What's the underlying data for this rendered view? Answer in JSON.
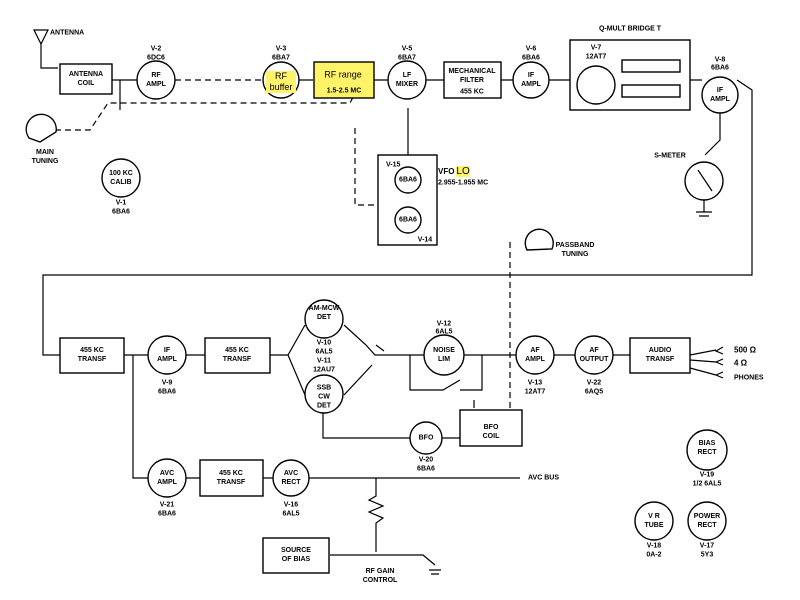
{
  "labels": {
    "antenna": "ANTENNA",
    "antenna_coil": "ANTENNA COIL",
    "main_tuning": "MAIN TUNING",
    "calib": "100 KC CALIB",
    "v1_id": "V-1",
    "v1_tube": "6BA6",
    "v2_id": "V-2",
    "v2_tube": "6DC6",
    "rf_ampl": "RF AMPL",
    "v3_id": "V-3",
    "v3_tube": "6BA7",
    "rf_buffer": "RF buffer",
    "rf_range": "RF range",
    "rf_range_freq": "1.5-2.5 MC",
    "v5_id": "V-5",
    "v5_tube": "6BA7",
    "lf_mixer": "LF MIXER",
    "mech_filter": "MECHANICAL FILTER",
    "mech_filter_freq": "455 KC",
    "v6_id": "V-6",
    "v6_tube": "6BA6",
    "if_ampl": "IF AMPL",
    "qmult": "Q-MULT BRIDGE T",
    "v7_id": "V-7",
    "v7_tube": "12AT7",
    "v8_id": "V-8",
    "v8_tube": "6BA6",
    "smeter": "S-METER",
    "vfo": "VFO",
    "lo": "LO",
    "vfo_freq": "2.955-1.955 MC",
    "v15_id": "V-15",
    "v14_id": "V-14",
    "vfo_tube_top": "6BA6",
    "vfo_tube_bottom": "6BA6",
    "passband": "PASSBAND TUNING",
    "transf_455_a": "455 KC TRANSF",
    "if_ampl_2": "IF AMPL",
    "v9_id": "V-9",
    "v9_tube": "6BA6",
    "transf_455_b": "455 KC TRANSF",
    "am_mcw": "AM-MCW DET",
    "v10_id": "V-10",
    "v10_tube": "6AL5",
    "v11_id": "V-11",
    "v11_tube": "12AU7",
    "ssb_cw": "SSB CW DET",
    "v12_id": "V-12",
    "v12_tube": "6AL5",
    "noise_lim": "NOISE LIM",
    "af_ampl": "AF AMPL",
    "v13_id": "V-13",
    "v13_tube": "12AT7",
    "af_output": "AF OUTPUT",
    "v22_id": "V-22",
    "v22_tube": "6AQ5",
    "audio_transf": "AUDIO TRANSF",
    "out_500": "500 Ω",
    "out_4": "4 Ω",
    "phones": "PHONES",
    "bfo": "BFO",
    "v20_id": "V-20",
    "v20_tube": "6BA6",
    "bfo_coil": "BFO COIL",
    "avc_ampl": "AVC AMPL",
    "v21_id": "V-21",
    "v21_tube": "6BA6",
    "transf_455_c": "455 KC TRANSF",
    "avc_rect": "AVC RECT",
    "v16_id": "V-16",
    "v16_tube": "6AL5",
    "avc_bus": "AVC BUS",
    "source_bias": "SOURCE OF BIAS",
    "rf_gain": "RF GAIN CONTROL",
    "bias_rect": "BIAS RECT",
    "v19_id": "V-19",
    "v19_tube": "1/2 6AL5",
    "vr_tube": "V R TUBE",
    "v18_id": "V-18",
    "v18_tube": "0A-2",
    "power_rect": "POWER RECT",
    "v17_id": "V-17",
    "v17_tube": "5Y3"
  },
  "colors": {
    "highlight": "#fff36a",
    "line": "#000000",
    "background": "#ffffff"
  }
}
